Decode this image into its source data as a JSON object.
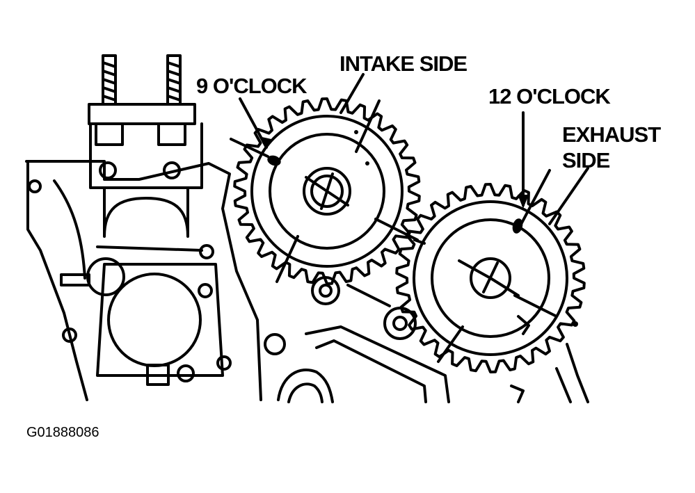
{
  "labels": {
    "nine_oclock": "9 O'CLOCK",
    "intake_side": "INTAKE SIDE",
    "twelve_oclock": "12 O'CLOCK",
    "exhaust_line1": "EXHAUST",
    "exhaust_line2": "SIDE",
    "figure_id": "G01888086"
  },
  "colors": {
    "ink": "#000000",
    "paper": "#ffffff"
  },
  "gears": {
    "intake": {
      "teeth": 30,
      "mark_position": "9 o'clock"
    },
    "exhaust": {
      "teeth": 30,
      "mark_position": "12 o'clock"
    }
  }
}
